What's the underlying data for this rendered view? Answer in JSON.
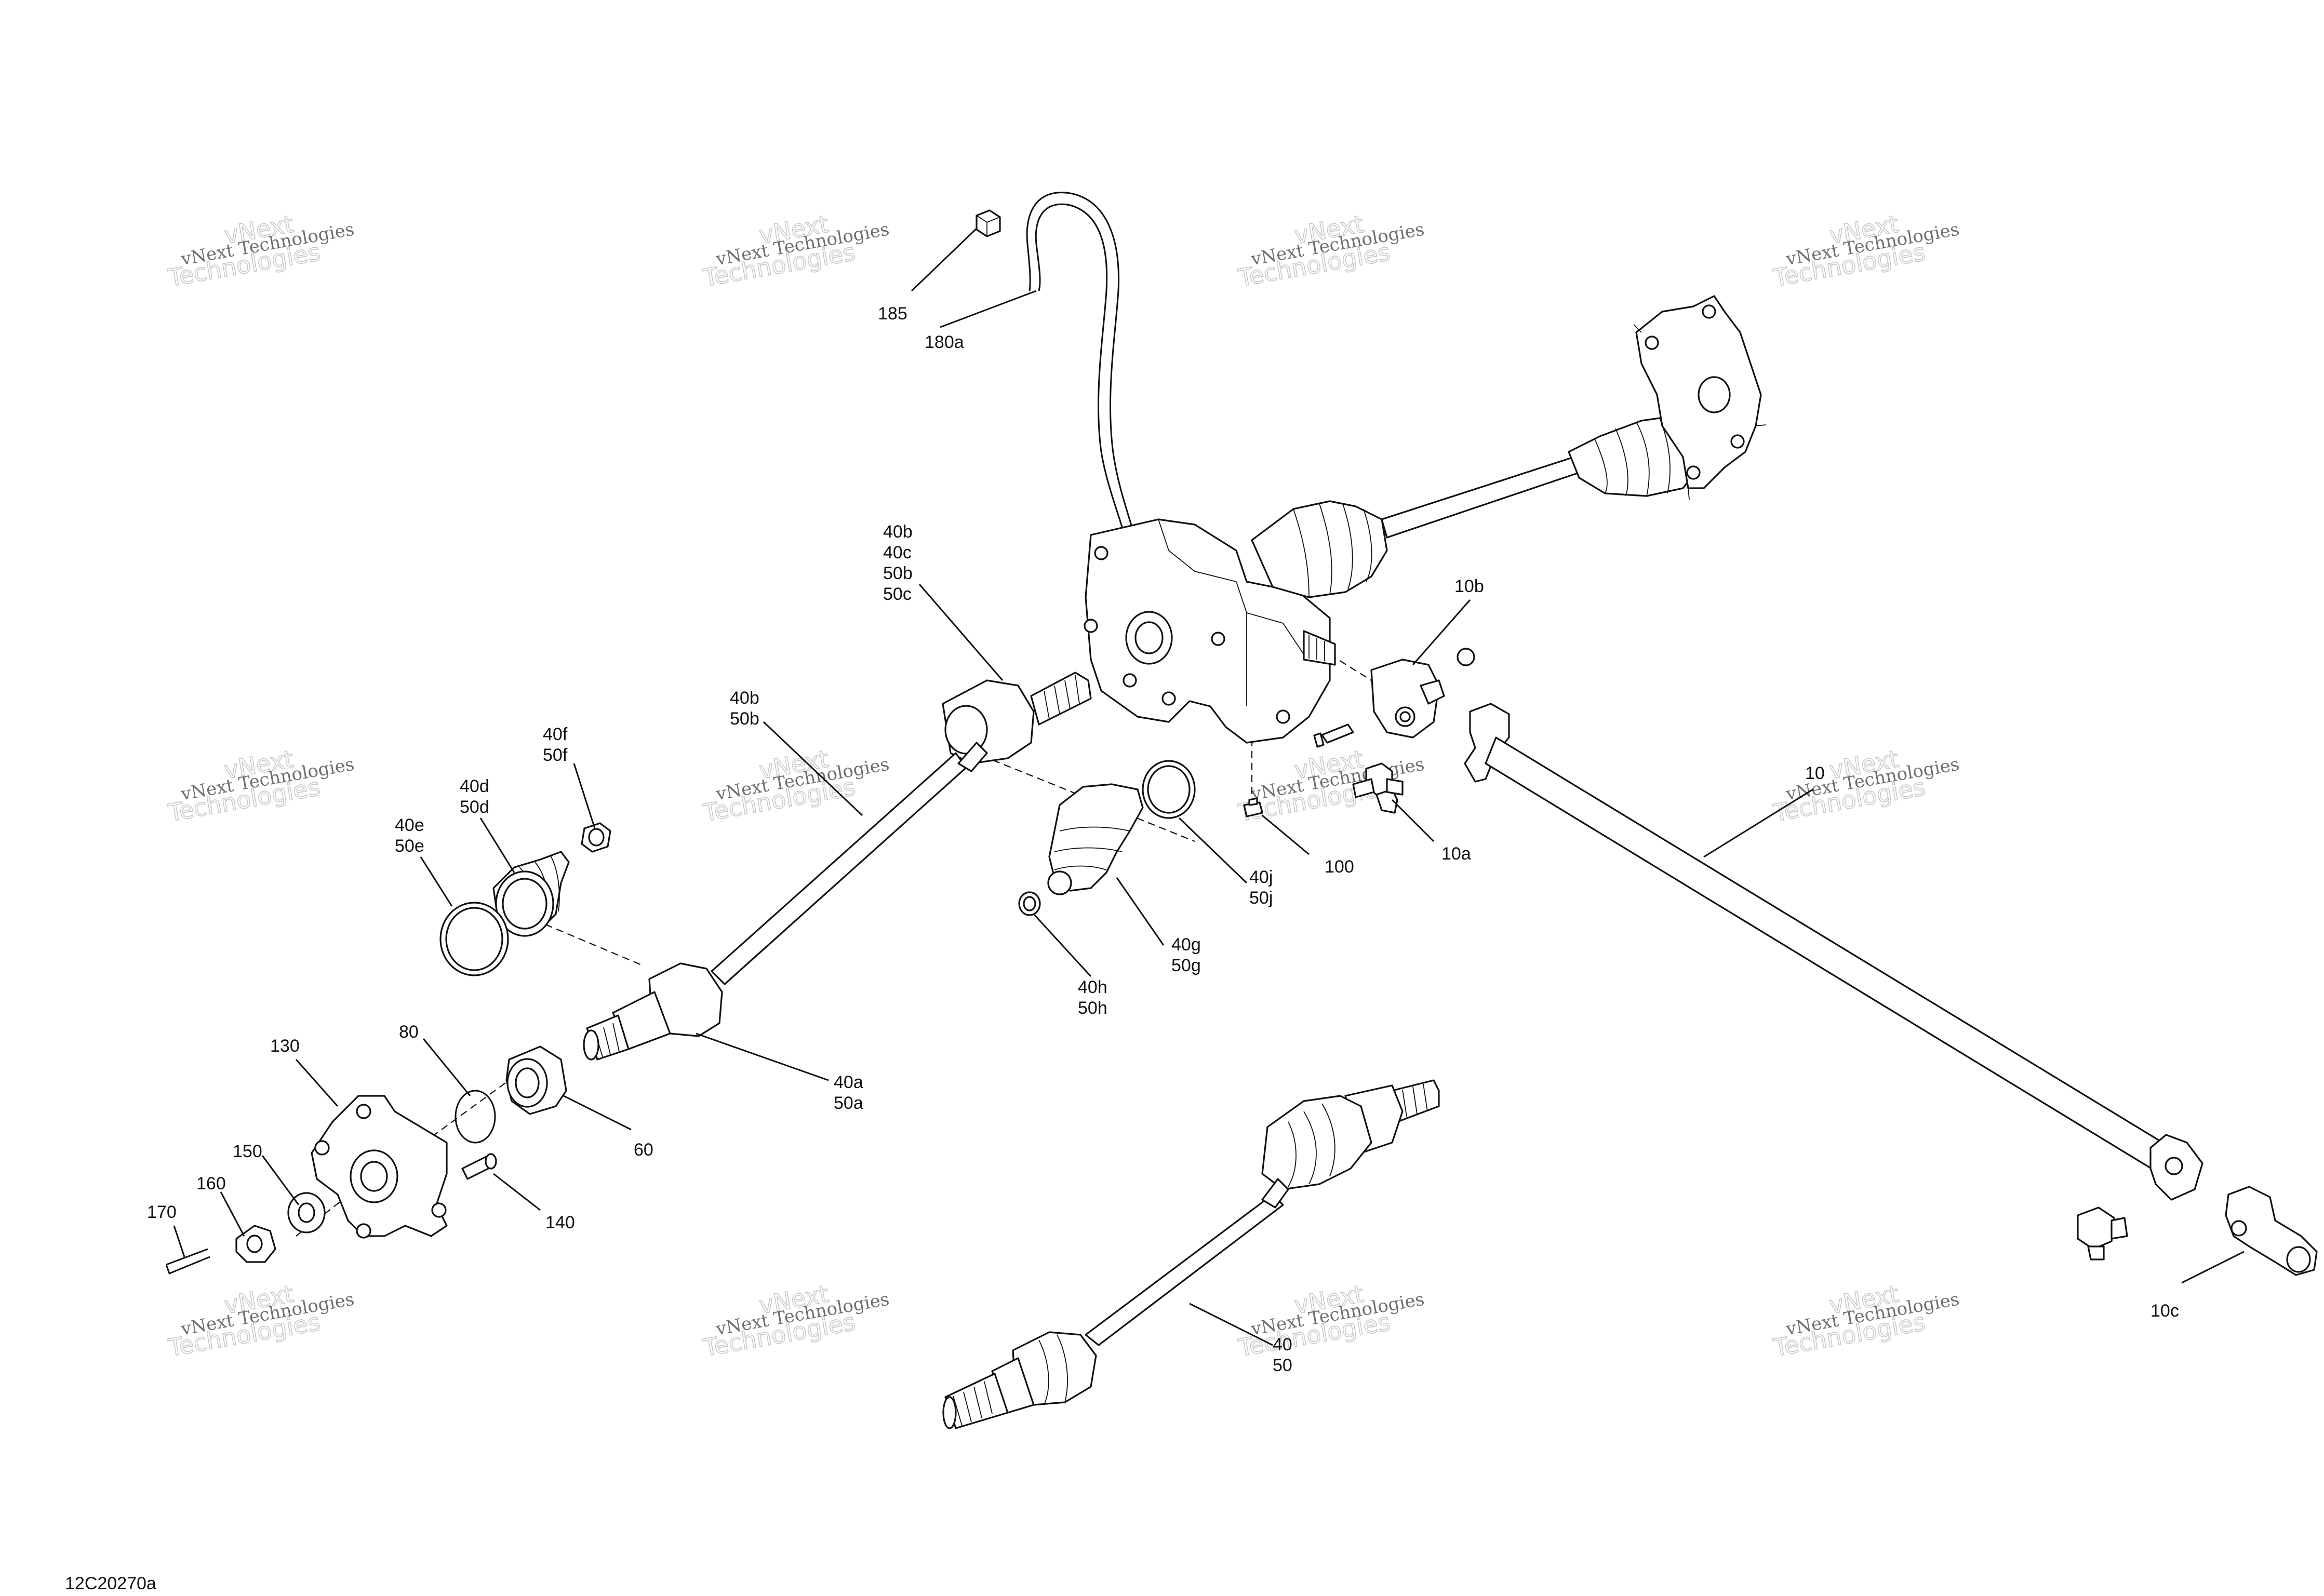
{
  "drawing_code": "12C20270a",
  "watermark": {
    "line1": "vNext Technologies",
    "line2": "vNext",
    "line3": "Technologies"
  },
  "callouts": {
    "c185": "185",
    "c180a": "180a",
    "c10b": "10b",
    "c40b_1": "40b",
    "c40c": "40c",
    "c50b_1": "50b",
    "c50c": "50c",
    "c40b_2": "40b",
    "c50b_2": "50b",
    "c40f": "40f",
    "c50f": "50f",
    "c40d": "40d",
    "c50d": "50d",
    "c40e": "40e",
    "c50e": "50e",
    "c100": "100",
    "c10a": "10a",
    "c10": "10",
    "c40j": "40j",
    "c50j": "50j",
    "c40g": "40g",
    "c50g": "50g",
    "c40h": "40h",
    "c50h": "50h",
    "c40a": "40a",
    "c50a": "50a",
    "c130": "130",
    "c80": "80",
    "c60": "60",
    "c150": "150",
    "c160": "160",
    "c170": "170",
    "c140": "140",
    "c10c": "10c",
    "c40": "40",
    "c50": "50"
  }
}
